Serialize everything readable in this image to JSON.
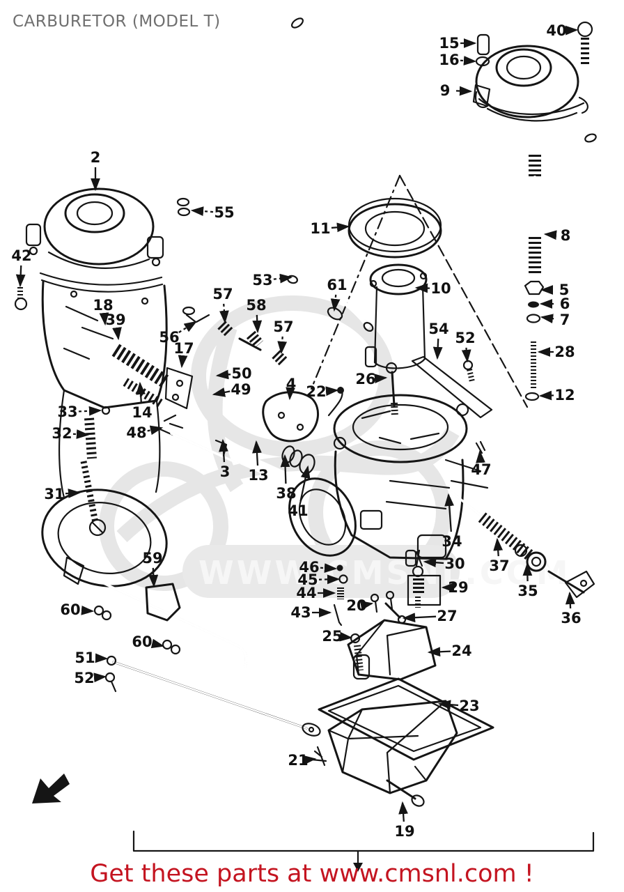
{
  "page": {
    "title": "CARBURETOR (MODEL T)"
  },
  "footer": {
    "text": "Get these parts at www.cmsnl.com !",
    "color": "#c41420"
  },
  "watermark": {
    "text": "WWW.CMSNL.COM",
    "logo": "cms-rider-logo"
  },
  "colors": {
    "ink": "#151515",
    "title_gray": "#6f6f6f",
    "footer_red": "#c41420",
    "watermark_gray": "#e6e6e6"
  },
  "diagram": {
    "description": "Exploded parts view of motorcycle carburetor (Model T) with numbered callouts",
    "callouts": [
      {
        "num": "2",
        "l": [
          137,
          226
        ],
        "t": [
          137,
          272
        ],
        "dash": false
      },
      {
        "num": "15",
        "l": [
          645,
          62
        ],
        "t": [
          682,
          62
        ],
        "dash": false
      },
      {
        "num": "16",
        "l": [
          645,
          86
        ],
        "t": [
          682,
          88
        ],
        "dash": true
      },
      {
        "num": "9",
        "l": [
          639,
          130
        ],
        "t": [
          676,
          131
        ],
        "dash": false
      },
      {
        "num": "40",
        "l": [
          799,
          44
        ],
        "t": [
          828,
          43
        ],
        "dash": false
      },
      {
        "num": "55",
        "l": [
          322,
          305
        ],
        "t": [
          276,
          302
        ],
        "dash": true
      },
      {
        "num": "11",
        "l": [
          460,
          328
        ],
        "t": [
          500,
          325
        ],
        "dash": false
      },
      {
        "num": "53",
        "l": [
          377,
          402
        ],
        "t": [
          418,
          398
        ],
        "dash": true
      },
      {
        "num": "61",
        "l": [
          484,
          409
        ],
        "t": [
          480,
          445
        ],
        "dash": true
      },
      {
        "num": "57",
        "l": [
          320,
          422
        ],
        "t": [
          323,
          462
        ],
        "dash": true
      },
      {
        "num": "58",
        "l": [
          368,
          438
        ],
        "t": [
          370,
          476
        ],
        "dash": false
      },
      {
        "num": "57",
        "l": [
          407,
          469
        ],
        "t": [
          404,
          506
        ],
        "dash": true
      },
      {
        "num": "10",
        "l": [
          633,
          414
        ],
        "t": [
          598,
          413
        ],
        "dash": true
      },
      {
        "num": "8",
        "l": [
          812,
          338
        ],
        "t": [
          783,
          336
        ],
        "dash": false
      },
      {
        "num": "5",
        "l": [
          810,
          416
        ],
        "t": [
          778,
          416
        ],
        "dash": true
      },
      {
        "num": "6",
        "l": [
          811,
          436
        ],
        "t": [
          777,
          436
        ],
        "dash": true
      },
      {
        "num": "7",
        "l": [
          811,
          459
        ],
        "t": [
          778,
          455
        ],
        "dash": true
      },
      {
        "num": "28",
        "l": [
          811,
          505
        ],
        "t": [
          774,
          505
        ],
        "dash": false
      },
      {
        "num": "12",
        "l": [
          811,
          567
        ],
        "t": [
          776,
          568
        ],
        "dash": true
      },
      {
        "num": "54",
        "l": [
          630,
          472
        ],
        "t": [
          628,
          514
        ],
        "dash": false
      },
      {
        "num": "52",
        "l": [
          668,
          485
        ],
        "t": [
          671,
          518
        ],
        "dash": false
      },
      {
        "num": "26",
        "l": [
          525,
          544
        ],
        "t": [
          554,
          542
        ],
        "dash": false
      },
      {
        "num": "22",
        "l": [
          454,
          562
        ],
        "t": [
          484,
          560
        ],
        "dash": false
      },
      {
        "num": "4",
        "l": [
          418,
          551
        ],
        "t": [
          416,
          572
        ],
        "dash": false
      },
      {
        "num": "50",
        "l": [
          347,
          536
        ],
        "t": [
          312,
          539
        ],
        "dash": true
      },
      {
        "num": "49",
        "l": [
          346,
          559
        ],
        "t": [
          307,
          566
        ],
        "dash": false
      },
      {
        "num": "14",
        "l": [
          204,
          592
        ],
        "t": [
          201,
          550
        ],
        "dash": false
      },
      {
        "num": "48",
        "l": [
          196,
          621
        ],
        "t": [
          232,
          614
        ],
        "dash": true
      },
      {
        "num": "33",
        "l": [
          97,
          591
        ],
        "t": [
          144,
          589
        ],
        "dash": true
      },
      {
        "num": "32",
        "l": [
          89,
          622
        ],
        "t": [
          126,
          624
        ],
        "dash": true
      },
      {
        "num": "31",
        "l": [
          78,
          709
        ],
        "t": [
          114,
          707
        ],
        "dash": true
      },
      {
        "num": "3",
        "l": [
          323,
          677
        ],
        "t": [
          320,
          632
        ],
        "dash": false
      },
      {
        "num": "13",
        "l": [
          371,
          682
        ],
        "t": [
          368,
          634
        ],
        "dash": false
      },
      {
        "num": "38",
        "l": [
          411,
          708
        ],
        "t": [
          409,
          654
        ],
        "dash": false
      },
      {
        "num": "41",
        "l": [
          428,
          733
        ],
        "t": [
          442,
          670
        ],
        "dash": false
      },
      {
        "num": "47",
        "l": [
          691,
          674
        ],
        "t": [
          689,
          648
        ],
        "dash": false
      },
      {
        "num": "34",
        "l": [
          649,
          777
        ],
        "t": [
          644,
          710
        ],
        "dash": false
      },
      {
        "num": "30",
        "l": [
          653,
          809
        ],
        "t": [
          610,
          806
        ],
        "dash": false
      },
      {
        "num": "37",
        "l": [
          717,
          812
        ],
        "t": [
          714,
          774
        ],
        "dash": false
      },
      {
        "num": "35",
        "l": [
          758,
          848
        ],
        "t": [
          757,
          810
        ],
        "dash": false
      },
      {
        "num": "36",
        "l": [
          820,
          887
        ],
        "t": [
          818,
          851
        ],
        "dash": false
      },
      {
        "num": "29",
        "l": [
          658,
          843
        ],
        "t": [
          636,
          843
        ],
        "dash": false
      },
      {
        "num": "27",
        "l": [
          642,
          884
        ],
        "t": [
          580,
          887
        ],
        "dash": false
      },
      {
        "num": "46",
        "l": [
          444,
          814
        ],
        "t": [
          482,
          816
        ],
        "dash": true
      },
      {
        "num": "45",
        "l": [
          442,
          832
        ],
        "t": [
          486,
          831
        ],
        "dash": true
      },
      {
        "num": "44",
        "l": [
          440,
          851
        ],
        "t": [
          480,
          851
        ],
        "dash": false
      },
      {
        "num": "43",
        "l": [
          432,
          879
        ],
        "t": [
          474,
          879
        ],
        "dash": false
      },
      {
        "num": "20",
        "l": [
          512,
          869
        ],
        "t": [
          534,
          866
        ],
        "dash": false
      },
      {
        "num": "25",
        "l": [
          477,
          913
        ],
        "t": [
          504,
          915
        ],
        "dash": false
      },
      {
        "num": "24",
        "l": [
          663,
          934
        ],
        "t": [
          616,
          936
        ],
        "dash": false
      },
      {
        "num": "23",
        "l": [
          674,
          1013
        ],
        "t": [
          631,
          1010
        ],
        "dash": false
      },
      {
        "num": "21",
        "l": [
          428,
          1091
        ],
        "t": [
          452,
          1089
        ],
        "dash": false
      },
      {
        "num": "19",
        "l": [
          581,
          1193
        ],
        "t": [
          578,
          1152
        ],
        "dash": false
      },
      {
        "num": "59",
        "l": [
          219,
          801
        ],
        "t": [
          221,
          841
        ],
        "dash": false
      },
      {
        "num": "60",
        "l": [
          101,
          875
        ],
        "t": [
          133,
          877
        ],
        "dash": true
      },
      {
        "num": "60",
        "l": [
          204,
          921
        ],
        "t": [
          234,
          927
        ],
        "dash": false
      },
      {
        "num": "51",
        "l": [
          122,
          944
        ],
        "t": [
          153,
          945
        ],
        "dash": true
      },
      {
        "num": "52",
        "l": [
          121,
          973
        ],
        "t": [
          151,
          971
        ],
        "dash": true
      },
      {
        "num": "18",
        "l": [
          148,
          438
        ],
        "t": [
          151,
          465
        ],
        "dash": false
      },
      {
        "num": "39",
        "l": [
          166,
          459
        ],
        "t": [
          170,
          486
        ],
        "dash": false
      },
      {
        "num": "56",
        "l": [
          243,
          484
        ],
        "t": [
          281,
          462
        ],
        "dash": true
      },
      {
        "num": "17",
        "l": [
          264,
          500
        ],
        "t": [
          261,
          526
        ],
        "dash": false
      },
      {
        "num": "42",
        "l": [
          31,
          367
        ],
        "t": [
          29,
          410
        ],
        "dash": false
      }
    ]
  }
}
